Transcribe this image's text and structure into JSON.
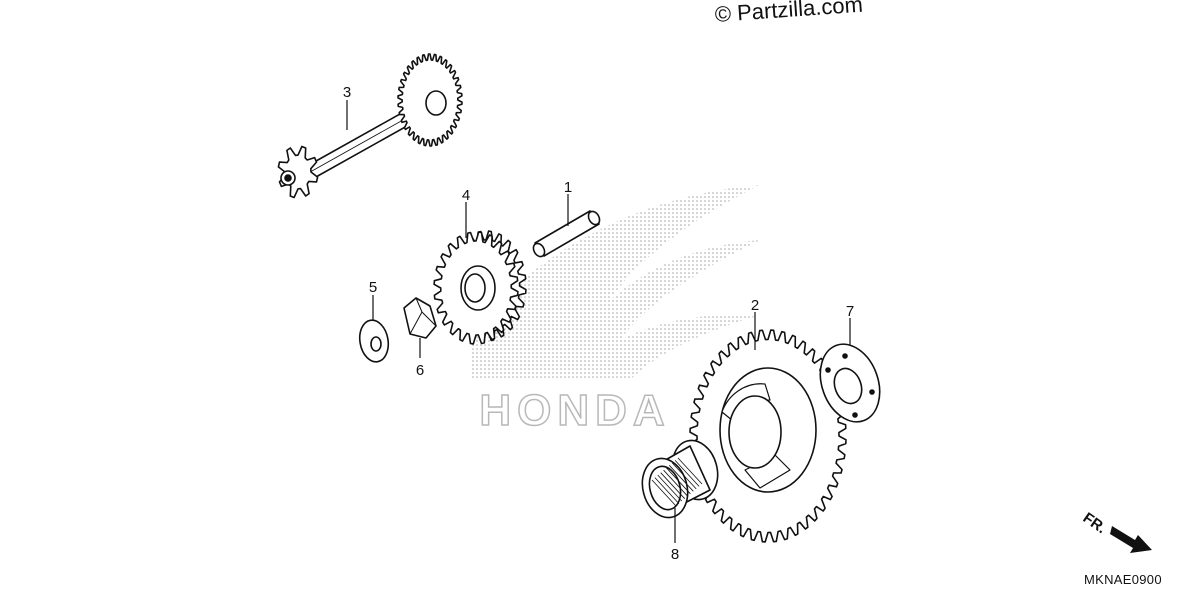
{
  "header": {
    "copyright": "© Partzilla.com"
  },
  "footer": {
    "diagram_code": "MKNAE0900"
  },
  "watermark": {
    "text": "HONDA",
    "icon": "honda-wing-logo"
  },
  "direction_indicator": {
    "label": "FR.",
    "icon": "arrow-right-down-icon"
  },
  "parts": [
    {
      "number": "1",
      "icon": "pin-icon"
    },
    {
      "number": "2",
      "icon": "starter-gear-icon"
    },
    {
      "number": "3",
      "icon": "reduction-gear-shaft-icon"
    },
    {
      "number": "4",
      "icon": "idle-gear-icon"
    },
    {
      "number": "5",
      "icon": "washer-icon"
    },
    {
      "number": "6",
      "icon": "nut-icon"
    },
    {
      "number": "7",
      "icon": "plate-icon"
    },
    {
      "number": "8",
      "icon": "needle-bearing-icon"
    }
  ],
  "colors": {
    "line": "#111111",
    "watermark": "#b8b8b8"
  }
}
